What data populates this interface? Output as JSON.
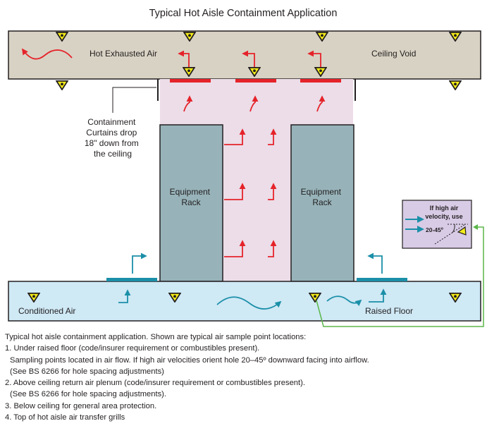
{
  "title": "Typical Hot Aisle Containment Application",
  "ceiling": {
    "hot_air_label": "Hot Exhausted Air",
    "void_label": "Ceiling Void"
  },
  "curtain_note": [
    "Containment",
    "Curtains drop",
    "18\" down from",
    "the ceiling"
  ],
  "racks": [
    {
      "label_line1": "Equipment",
      "label_line2": "Rack"
    },
    {
      "label_line1": "Equipment",
      "label_line2": "Rack"
    }
  ],
  "inset": {
    "line1": "If high air",
    "line2": "velocity, use",
    "angle_label": "20-45º"
  },
  "floor": {
    "conditioned_label": "Conditioned Air",
    "raised_label": "Raised Floor"
  },
  "colors": {
    "ceiling_fill": "#d8d2c4",
    "floor_fill": "#cfe9f5",
    "hot_aisle_fill": "#ecdde8",
    "rack_fill": "#97b3b9",
    "inset_fill": "#d8cbe6",
    "hot_arrow": "#e5232a",
    "cool_arrow": "#1b8fa8",
    "sample_point": "#f4ec18",
    "leader_line": "#5bb749"
  },
  "caption": {
    "intro": "Typical hot aisle containment application. Shown are typical air sample point locations:",
    "items": [
      {
        "text": "1. Under raised floor (code/insurer requirement or combustibles present).",
        "indent": false
      },
      {
        "text": "Sampling points located in air flow. If high air velocities orient hole 20–45º downward facing into airflow.",
        "indent": true
      },
      {
        "text": "(See BS 6266 for hole spacing adjustments)",
        "indent": true
      },
      {
        "text": "2. Above ceiling return air plenum (code/insurer requirement or combustibles present).",
        "indent": false
      },
      {
        "text": "(See BS 6266 for hole spacing adjustments).",
        "indent": true
      },
      {
        "text": "3. Below ceiling for general area protection.",
        "indent": false
      },
      {
        "text": "4. Top of hot aisle air transfer grills",
        "indent": false
      }
    ]
  }
}
